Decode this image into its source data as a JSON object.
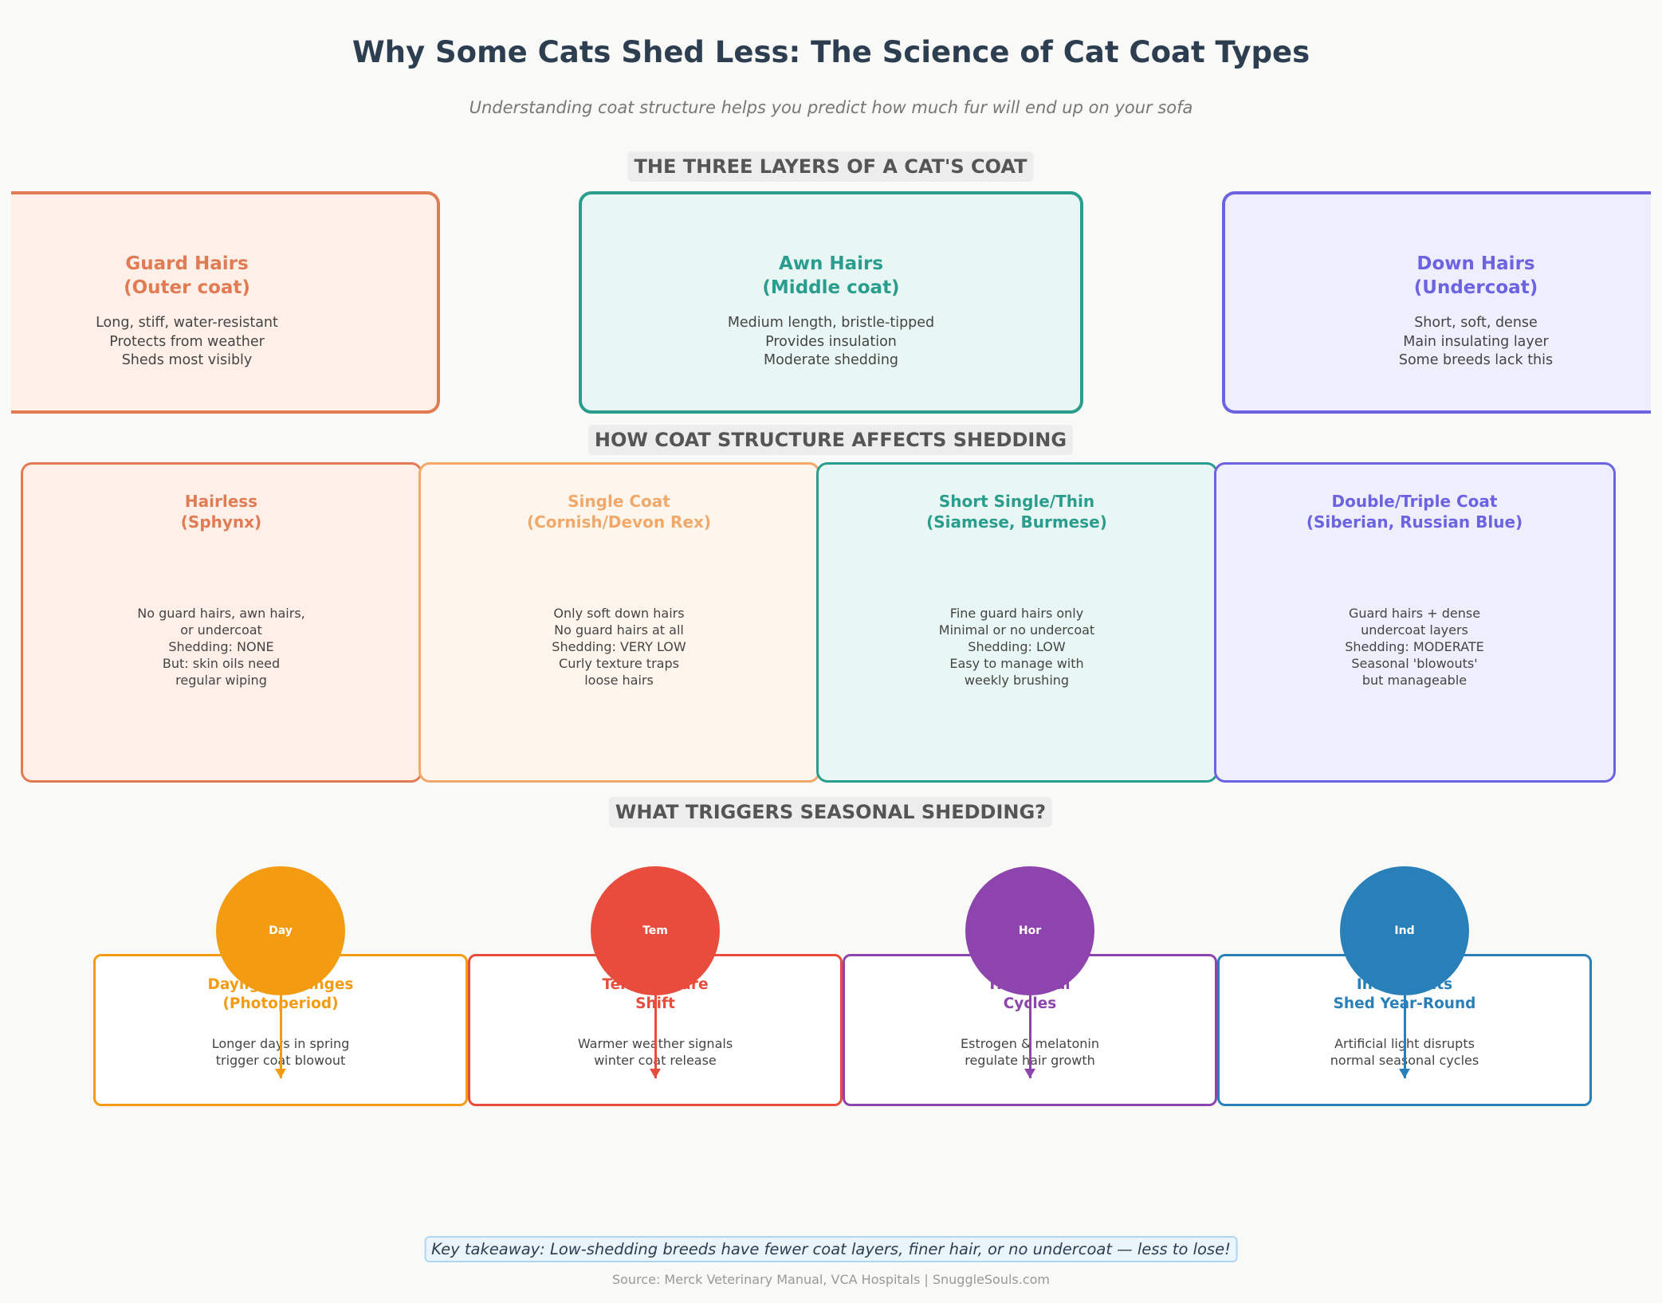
{
  "title": "Why Some Cats Shed Less: The Science of Cat Coat Types",
  "subtitle": "Understanding coat structure helps you predict how much fur will end up on your sofa",
  "sections": {
    "layers": "THE THREE LAYERS OF A CAT'S COAT",
    "structure": "HOW COAT STRUCTURE AFFECTS SHEDDING",
    "triggers": "WHAT TRIGGERS SEASONAL SHEDDING?"
  },
  "layers": [
    {
      "title1": "Guard Hairs",
      "title2": "(Outer coat)",
      "desc": "Long, stiff, water-resistant\nProtects from weather\nSheds most visibly",
      "color": "#e07b53",
      "bg": "#fef0e8"
    },
    {
      "title1": "Awn Hairs",
      "title2": "(Middle coat)",
      "desc": "Medium length, bristle-tipped\nProvides insulation\nModerate shedding",
      "color": "#2a9d8f",
      "bg": "#e8f7f3"
    },
    {
      "title1": "Down Hairs",
      "title2": "(Undercoat)",
      "desc": "Short, soft, dense\nMain insulating layer\nSome breeds lack this",
      "color": "#6c63e0",
      "bg": "#efeefd"
    }
  ],
  "coat_types": [
    {
      "title1": "Hairless",
      "title2": "(Sphynx)",
      "desc": "No guard hairs, awn hairs,\nor undercoat\nShedding: NONE\nBut: skin oils need\nregular wiping",
      "color": "#e07b53",
      "bg": "#fef0e8"
    },
    {
      "title1": "Single Coat",
      "title2": "(Cornish/Devon Rex)",
      "desc": "Only soft down hairs\nNo guard hairs at all\nShedding: VERY LOW\nCurly texture traps\nloose hairs",
      "color": "#f0a96b",
      "bg": "#fef6ec"
    },
    {
      "title1": "Short Single/Thin",
      "title2": "(Siamese, Burmese)",
      "desc": "Fine guard hairs only\nMinimal or no undercoat\nShedding: LOW\nEasy to manage with\nweekly brushing",
      "color": "#2a9d8f",
      "bg": "#e8f7f3"
    },
    {
      "title1": "Double/Triple Coat",
      "title2": "(Siberian, Russian Blue)",
      "desc": "Guard hairs + dense\nundercoat layers\nShedding: MODERATE\nSeasonal 'blowouts'\nbut manageable",
      "color": "#6c63e0",
      "bg": "#efeefd"
    }
  ],
  "triggers": [
    {
      "abbr": "Day",
      "title1": "Daylight Changes",
      "title2": "(Photoperiod)",
      "desc": "Longer days in spring\ntrigger coat blowout",
      "color": "#f39c12"
    },
    {
      "abbr": "Tem",
      "title1": "Temperature",
      "title2": "Shift",
      "desc": "Warmer weather signals\nwinter coat release",
      "color": "#e74c3c"
    },
    {
      "abbr": "Hor",
      "title1": "Hormonal",
      "title2": "Cycles",
      "desc": "Estrogen & melatonin\nregulate hair growth",
      "color": "#8e44ad"
    },
    {
      "abbr": "Ind",
      "title1": "Indoor Cats",
      "title2": "Shed Year-Round",
      "desc": "Artificial light disrupts\nnormal seasonal cycles",
      "color": "#2980b9"
    }
  ],
  "takeaway": "Key takeaway: Low-shedding breeds have fewer coat layers, finer hair, or no undercoat — less to lose!",
  "source": "Source: Merck Veterinary Manual, VCA Hospitals  |  SnuggleSouls.com"
}
